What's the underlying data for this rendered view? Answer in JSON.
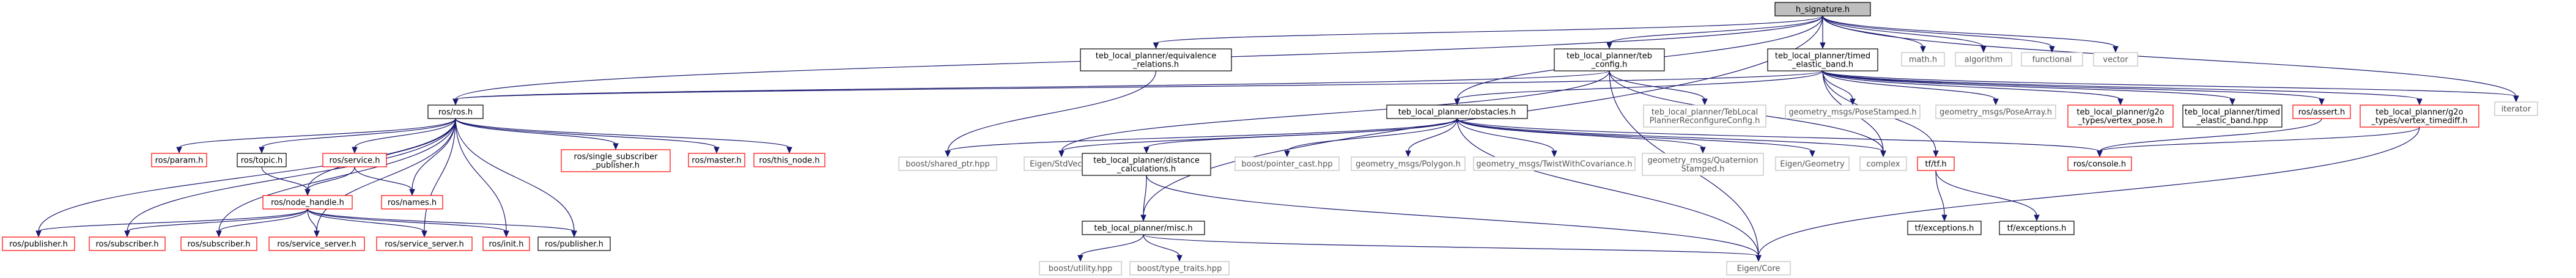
{
  "graph": {
    "colors": {
      "root_fill": "#bfbfbf",
      "documented_border": "#000000",
      "undocumented_border": "#ff0000",
      "external_border": "#bfbfbf",
      "external_text": "#555555",
      "text": "#000000",
      "edge": "#191970"
    },
    "nodes": [
      {
        "id": "root",
        "label": [
          "h_signature.h"
        ],
        "kind": "root"
      },
      {
        "id": "equiv",
        "label": [
          "teb_local_planner/equivalence",
          "_relations.h"
        ],
        "kind": "documented"
      },
      {
        "id": "tebconfig",
        "label": [
          "teb_local_planner/teb",
          "_config.h"
        ],
        "kind": "documented"
      },
      {
        "id": "timedband",
        "label": [
          "teb_local_planner/timed",
          "_elastic_band.h"
        ],
        "kind": "documented"
      },
      {
        "id": "math",
        "label": [
          "math.h"
        ],
        "kind": "external"
      },
      {
        "id": "algorithm",
        "label": [
          "algorithm"
        ],
        "kind": "external"
      },
      {
        "id": "functional",
        "label": [
          "functional"
        ],
        "kind": "external"
      },
      {
        "id": "vector",
        "label": [
          "vector"
        ],
        "kind": "external"
      },
      {
        "id": "iterator",
        "label": [
          "iterator"
        ],
        "kind": "external"
      },
      {
        "id": "rosros",
        "label": [
          "ros/ros.h"
        ],
        "kind": "documented"
      },
      {
        "id": "obstacles",
        "label": [
          "teb_local_planner/obstacles.h"
        ],
        "kind": "documented"
      },
      {
        "id": "tebreconf",
        "label": [
          "teb_local_planner/TebLocal",
          "PlannerReconfigureConfig.h"
        ],
        "kind": "external"
      },
      {
        "id": "posestamped",
        "label": [
          "geometry_msgs/PoseStamped.h"
        ],
        "kind": "external"
      },
      {
        "id": "posearray",
        "label": [
          "geometry_msgs/PoseArray.h"
        ],
        "kind": "external"
      },
      {
        "id": "vertexpose",
        "label": [
          "teb_local_planner/g2o",
          "_types/vertex_pose.h"
        ],
        "kind": "undocumented"
      },
      {
        "id": "timedhpp",
        "label": [
          "teb_local_planner/timed",
          "_elastic_band.hpp"
        ],
        "kind": "documented"
      },
      {
        "id": "rosassert",
        "label": [
          "ros/assert.h"
        ],
        "kind": "undocumented"
      },
      {
        "id": "vertextimediff",
        "label": [
          "teb_local_planner/g2o",
          "_types/vertex_timediff.h"
        ],
        "kind": "undocumented"
      },
      {
        "id": "rosparam",
        "label": [
          "ros/param.h"
        ],
        "kind": "undocumented"
      },
      {
        "id": "rostopic",
        "label": [
          "ros/topic.h"
        ],
        "kind": "documented"
      },
      {
        "id": "rosservice",
        "label": [
          "ros/service.h"
        ],
        "kind": "undocumented"
      },
      {
        "id": "singlesub",
        "label": [
          "ros/single_subscriber",
          "_publisher.h"
        ],
        "kind": "undocumented"
      },
      {
        "id": "rosmaster",
        "label": [
          "ros/master.h"
        ],
        "kind": "undocumented"
      },
      {
        "id": "rosthisnode",
        "label": [
          "ros/this_node.h"
        ],
        "kind": "undocumented"
      },
      {
        "id": "sharedptr",
        "label": [
          "boost/shared_ptr.hpp"
        ],
        "kind": "external"
      },
      {
        "id": "stdvector",
        "label": [
          "Eigen/StdVector"
        ],
        "kind": "external"
      },
      {
        "id": "distcalc",
        "label": [
          "teb_local_planner/distance",
          "_calculations.h"
        ],
        "kind": "documented"
      },
      {
        "id": "pointercast",
        "label": [
          "boost/pointer_cast.hpp"
        ],
        "kind": "external"
      },
      {
        "id": "polygon",
        "label": [
          "geometry_msgs/Polygon.h"
        ],
        "kind": "external"
      },
      {
        "id": "twistcov",
        "label": [
          "geometry_msgs/TwistWithCovariance.h"
        ],
        "kind": "external"
      },
      {
        "id": "quatstamped",
        "label": [
          "geometry_msgs/Quaternion",
          "Stamped.h"
        ],
        "kind": "external"
      },
      {
        "id": "eigengeom",
        "label": [
          "Eigen/Geometry"
        ],
        "kind": "external"
      },
      {
        "id": "complex",
        "label": [
          "complex"
        ],
        "kind": "external"
      },
      {
        "id": "tftf",
        "label": [
          "tf/tf.h"
        ],
        "kind": "undocumented"
      },
      {
        "id": "rosconsole",
        "label": [
          "ros/console.h"
        ],
        "kind": "undocumented"
      },
      {
        "id": "nodehandle",
        "label": [
          "ros/node_handle.h"
        ],
        "kind": "undocumented"
      },
      {
        "id": "rosnames",
        "label": [
          "ros/names.h"
        ],
        "kind": "undocumented"
      },
      {
        "id": "misc",
        "label": [
          "teb_local_planner/misc.h"
        ],
        "kind": "documented"
      },
      {
        "id": "tfexc1",
        "label": [
          "tf/exceptions.h"
        ],
        "kind": "documented"
      },
      {
        "id": "tfexc2",
        "label": [
          "tf/exceptions.h"
        ],
        "kind": "documented"
      },
      {
        "id": "pub1",
        "label": [
          "ros/publisher.h"
        ],
        "kind": "undocumented"
      },
      {
        "id": "sub1",
        "label": [
          "ros/subscriber.h"
        ],
        "kind": "undocumented"
      },
      {
        "id": "sub2",
        "label": [
          "ros/subscriber.h"
        ],
        "kind": "undocumented"
      },
      {
        "id": "srv1",
        "label": [
          "ros/service_server.h"
        ],
        "kind": "undocumented"
      },
      {
        "id": "srv2",
        "label": [
          "ros/service_server.h"
        ],
        "kind": "undocumented"
      },
      {
        "id": "rosinit",
        "label": [
          "ros/init.h"
        ],
        "kind": "undocumented"
      },
      {
        "id": "pub2",
        "label": [
          "ros/publisher.h"
        ],
        "kind": "documented"
      },
      {
        "id": "boostutility",
        "label": [
          "boost/utility.hpp"
        ],
        "kind": "external"
      },
      {
        "id": "typetraits",
        "label": [
          "boost/type_traits.hpp"
        ],
        "kind": "external"
      },
      {
        "id": "eigencore",
        "label": [
          "Eigen/Core"
        ],
        "kind": "external"
      }
    ],
    "edges": [
      [
        "root",
        "equiv"
      ],
      [
        "root",
        "tebconfig"
      ],
      [
        "root",
        "timedband"
      ],
      [
        "root",
        "math"
      ],
      [
        "root",
        "algorithm"
      ],
      [
        "root",
        "functional"
      ],
      [
        "root",
        "vector"
      ],
      [
        "root",
        "iterator"
      ],
      [
        "root",
        "rosros"
      ],
      [
        "root",
        "obstacles"
      ],
      [
        "root",
        "misc"
      ],
      [
        "equiv",
        "sharedptr"
      ],
      [
        "tebconfig",
        "rosros"
      ],
      [
        "tebconfig",
        "tebreconf"
      ],
      [
        "tebconfig",
        "stdvector"
      ],
      [
        "tebconfig",
        "complex"
      ],
      [
        "tebconfig",
        "eigencore"
      ],
      [
        "timedband",
        "rosros"
      ],
      [
        "timedband",
        "obstacles"
      ],
      [
        "timedband",
        "posestamped"
      ],
      [
        "timedband",
        "posearray"
      ],
      [
        "timedband",
        "vertexpose"
      ],
      [
        "timedband",
        "timedhpp"
      ],
      [
        "timedband",
        "rosassert"
      ],
      [
        "timedband",
        "vertextimediff"
      ],
      [
        "timedband",
        "iterator"
      ],
      [
        "timedband",
        "tftf"
      ],
      [
        "timedband",
        "complex"
      ],
      [
        "rosros",
        "rosparam"
      ],
      [
        "rosros",
        "rostopic"
      ],
      [
        "rosros",
        "rosservice"
      ],
      [
        "rosros",
        "singlesub"
      ],
      [
        "rosros",
        "rosmaster"
      ],
      [
        "rosros",
        "rosthisnode"
      ],
      [
        "rosros",
        "nodehandle"
      ],
      [
        "rosros",
        "rosnames"
      ],
      [
        "rosros",
        "pub1"
      ],
      [
        "rosros",
        "sub1"
      ],
      [
        "rosros",
        "sub2"
      ],
      [
        "rosros",
        "srv1"
      ],
      [
        "rosros",
        "srv2"
      ],
      [
        "rosros",
        "rosinit"
      ],
      [
        "rosros",
        "pub2"
      ],
      [
        "rostopic",
        "nodehandle"
      ],
      [
        "rosservice",
        "nodehandle"
      ],
      [
        "rosservice",
        "rosnames"
      ],
      [
        "nodehandle",
        "pub1"
      ],
      [
        "nodehandle",
        "sub1"
      ],
      [
        "nodehandle",
        "sub2"
      ],
      [
        "nodehandle",
        "srv1"
      ],
      [
        "nodehandle",
        "srv2"
      ],
      [
        "nodehandle",
        "rosinit"
      ],
      [
        "nodehandle",
        "pub2"
      ],
      [
        "obstacles",
        "sharedptr"
      ],
      [
        "obstacles",
        "stdvector"
      ],
      [
        "obstacles",
        "distcalc"
      ],
      [
        "obstacles",
        "pointercast"
      ],
      [
        "obstacles",
        "polygon"
      ],
      [
        "obstacles",
        "twistcov"
      ],
      [
        "obstacles",
        "quatstamped"
      ],
      [
        "obstacles",
        "eigengeom"
      ],
      [
        "obstacles",
        "complex"
      ],
      [
        "obstacles",
        "rosconsole"
      ],
      [
        "obstacles",
        "eigencore"
      ],
      [
        "distcalc",
        "misc"
      ],
      [
        "distcalc",
        "eigencore"
      ],
      [
        "misc",
        "boostutility"
      ],
      [
        "misc",
        "typetraits"
      ],
      [
        "misc",
        "eigencore"
      ],
      [
        "rosassert",
        "rosconsole"
      ],
      [
        "vertextimediff",
        "rosconsole"
      ],
      [
        "vertextimediff",
        "eigencore"
      ],
      [
        "tftf",
        "tfexc1"
      ],
      [
        "tftf",
        "tfexc2"
      ]
    ]
  }
}
